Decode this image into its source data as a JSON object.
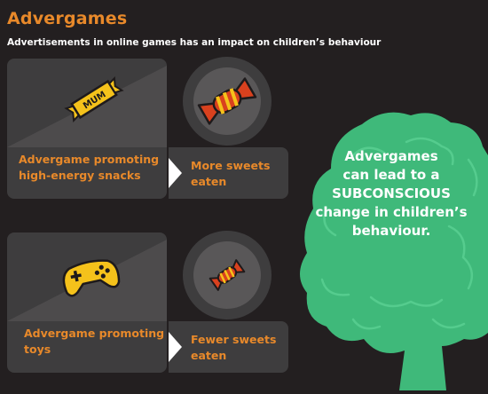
{
  "header": {
    "title": "Advergames",
    "subtitle": "Advertisements in online games has an impact on children’s behaviour"
  },
  "rows": [
    {
      "cause": "Advergame promoting high-energy snacks",
      "cause_icon": "candy-bar-icon",
      "cause_icon_text": "MUM",
      "effect": "More sweets eaten",
      "effect_icon": "wrapped-sweet-large-icon"
    },
    {
      "cause": "Advergame promoting toys",
      "cause_icon": "gamepad-icon",
      "effect": "Fewer sweets eaten",
      "effect_icon": "wrapped-sweet-small-icon"
    }
  ],
  "brain": {
    "icon": "brain-icon",
    "message_line1": "Advergames",
    "message_line2": "can lead to a",
    "message_line3": "SUBCONSCIOUS",
    "message_line4": "change in children’s",
    "message_line5": "behaviour."
  },
  "colors": {
    "background": "#231f20",
    "panel": "#3e3d3e",
    "accent_orange": "#e8892a",
    "brain_green": "#3fb97a",
    "sweet_red": "#d9411e",
    "sweet_yellow": "#f5c21b"
  }
}
